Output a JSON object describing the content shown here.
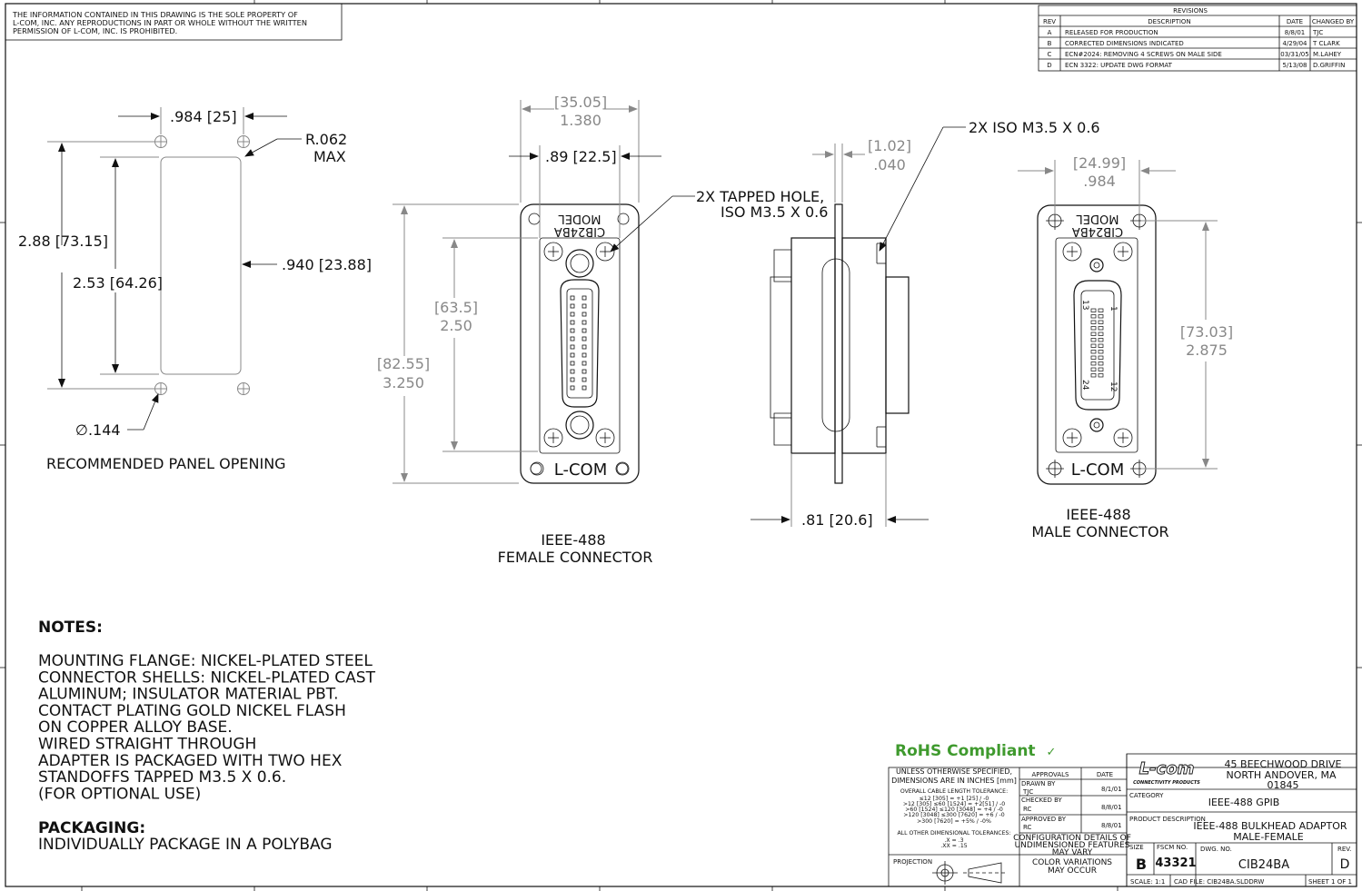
{
  "disclaimer": {
    "line1": "THE INFORMATION CONTAINED IN THIS DRAWING IS THE SOLE PROPERTY OF",
    "line2": "L-COM, INC. ANY REPRODUCTIONS IN PART OR WHOLE WITHOUT THE WRITTEN",
    "line3": "PERMISSION OF L-COM, INC. IS PROHIBITED."
  },
  "revisions": {
    "title": "REVISIONS",
    "headers": [
      "REV",
      "DESCRIPTION",
      "DATE",
      "CHANGED BY"
    ],
    "rows": [
      [
        "A",
        "RELEASED FOR PRODUCTION",
        "8/8/01",
        "TJC"
      ],
      [
        "B",
        "CORRECTED DIMENSIONS INDICATED",
        "4/29/04",
        "T CLARK"
      ],
      [
        "C",
        "ECN#2024: REMOVING 4 SCREWS ON MALE SIDE",
        "03/31/05",
        "M.LAHEY"
      ],
      [
        "D",
        "ECN 3322: UPDATE DWG FORMAT",
        "5/13/08",
        "D.GRIFFIN"
      ]
    ]
  },
  "panel": {
    "width_dim": ".984 [25]",
    "radius_dim_1": "R.062",
    "radius_dim_2": "MAX",
    "height_outer": "2.88 [73.15]",
    "height_inner": "2.53 [64.26]",
    "width_inner": ".940 [23.88]",
    "hole_dim": "∅.144",
    "caption": "RECOMMENDED PANEL OPENING"
  },
  "female": {
    "width_mm": "[35.05]",
    "width_in": "1.380",
    "spacing_dim": ".89 [22.5]",
    "hole_label_1": "2X TAPPED HOLE,",
    "hole_label_2": "ISO M3.5 X 0.6",
    "height_mm": "[82.55]",
    "height_in": "3.250",
    "inner_mm": "[63.5]",
    "inner_in": "2.50",
    "model_line1": "CIB24BA",
    "model_line2": "MODEL",
    "brand": "L-COM",
    "caption_1": "IEEE-488",
    "caption_2": "FEMALE CONNECTOR"
  },
  "side": {
    "thread_label": "2X ISO M3.5 X 0.6",
    "flange_mm": "[1.02]",
    "flange_in": ".040",
    "depth_dim": ".81 [20.6]"
  },
  "male": {
    "width_mm": "[24.99]",
    "width_in": ".984",
    "height_mm": "[73.03]",
    "height_in": "2.875",
    "model_line1": "CIB24BA",
    "model_line2": "MODEL",
    "pin_1": "1",
    "pin_13": "13",
    "pin_12": "12",
    "pin_24": "24",
    "brand": "L-COM",
    "caption_1": "IEEE-488",
    "caption_2": "MALE CONNECTOR"
  },
  "notes": {
    "title": "NOTES:",
    "lines": [
      "MOUNTING FLANGE: NICKEL-PLATED STEEL",
      "CONNECTOR SHELLS: NICKEL-PLATED CAST",
      "ALUMINUM; INSULATOR MATERIAL PBT.",
      "CONTACT PLATING GOLD NICKEL FLASH",
      "ON COPPER ALLOY BASE.",
      "WIRED STRAIGHT THROUGH",
      "ADAPTER IS PACKAGED WITH TWO HEX",
      "STANDOFFS TAPPED M3.5 X 0.6.",
      "(FOR OPTIONAL USE)"
    ],
    "packaging_title": "PACKAGING:",
    "packaging_text": "INDIVIDUALLY PACKAGE IN A POLYBAG"
  },
  "rohs": {
    "label": "RoHS Compliant",
    "check": "✓",
    "color": "#3f9a2e"
  },
  "title_block": {
    "tol_lines": [
      "UNLESS OTHERWISE SPECIFIED,",
      "DIMENSIONS ARE IN INCHES [mm]",
      "OVERALL CABLE LENGTH TOLERANCE:",
      "≤12 [305] = +1 [25] / -0",
      ">12 [305] ≤60 [1524] = +2[51] / -0",
      ">60 [1524] ≤120 [3048] = +4 / -0",
      ">120 [3048] ≤300 [7620] = +6 / -0",
      ">300 [7620] = +5% / -0%",
      "ALL OTHER DIMENSIONAL TOLERANCES:",
      ".X = .3",
      ".XX = .15"
    ],
    "approvals": "APPROVALS",
    "date_hdr": "DATE",
    "drawn_by": "DRAWN BY",
    "drawn_name": "TJC",
    "drawn_date": "8/1/01",
    "checked_by": "CHECKED BY",
    "checked_name": "RC",
    "checked_date": "8/8/01",
    "approved_by": "APPROVED BY",
    "approved_name": "RC",
    "approved_date": "8/8/01",
    "config_1": "CONFIGURATION DETAILS OF",
    "config_2": "UNDIMENSIONED FEATURES",
    "config_3": "MAY VARY",
    "color_1": "COLOR VARIATIONS",
    "color_2": "MAY OCCUR",
    "projection": "PROJECTION",
    "logo": "L-com",
    "logo_sub": "CONNECTIVITY PRODUCTS",
    "address_1": "45 BEECHWOOD DRIVE",
    "address_2": "NORTH ANDOVER, MA",
    "address_3": "01845",
    "category_label": "CATEGORY",
    "category_value": "IEEE-488 GPIB",
    "product_label": "PRODUCT DESCRIPTION",
    "product_value_1": "IEEE-488 BULKHEAD ADAPTOR",
    "product_value_2": "MALE-FEMALE",
    "size_label": "SIZE",
    "size_value": "B",
    "fscm_label": "FSCM NO.",
    "fscm_value": "43321",
    "dwg_label": "DWG. NO.",
    "dwg_value": "CIB24BA",
    "rev_label": "REV.",
    "rev_value": "D",
    "scale": "SCALE: 1:1",
    "cad_file": "CAD FILE: CIB24BA.SLDDRW",
    "sheet": "SHEET 1 OF 1"
  }
}
